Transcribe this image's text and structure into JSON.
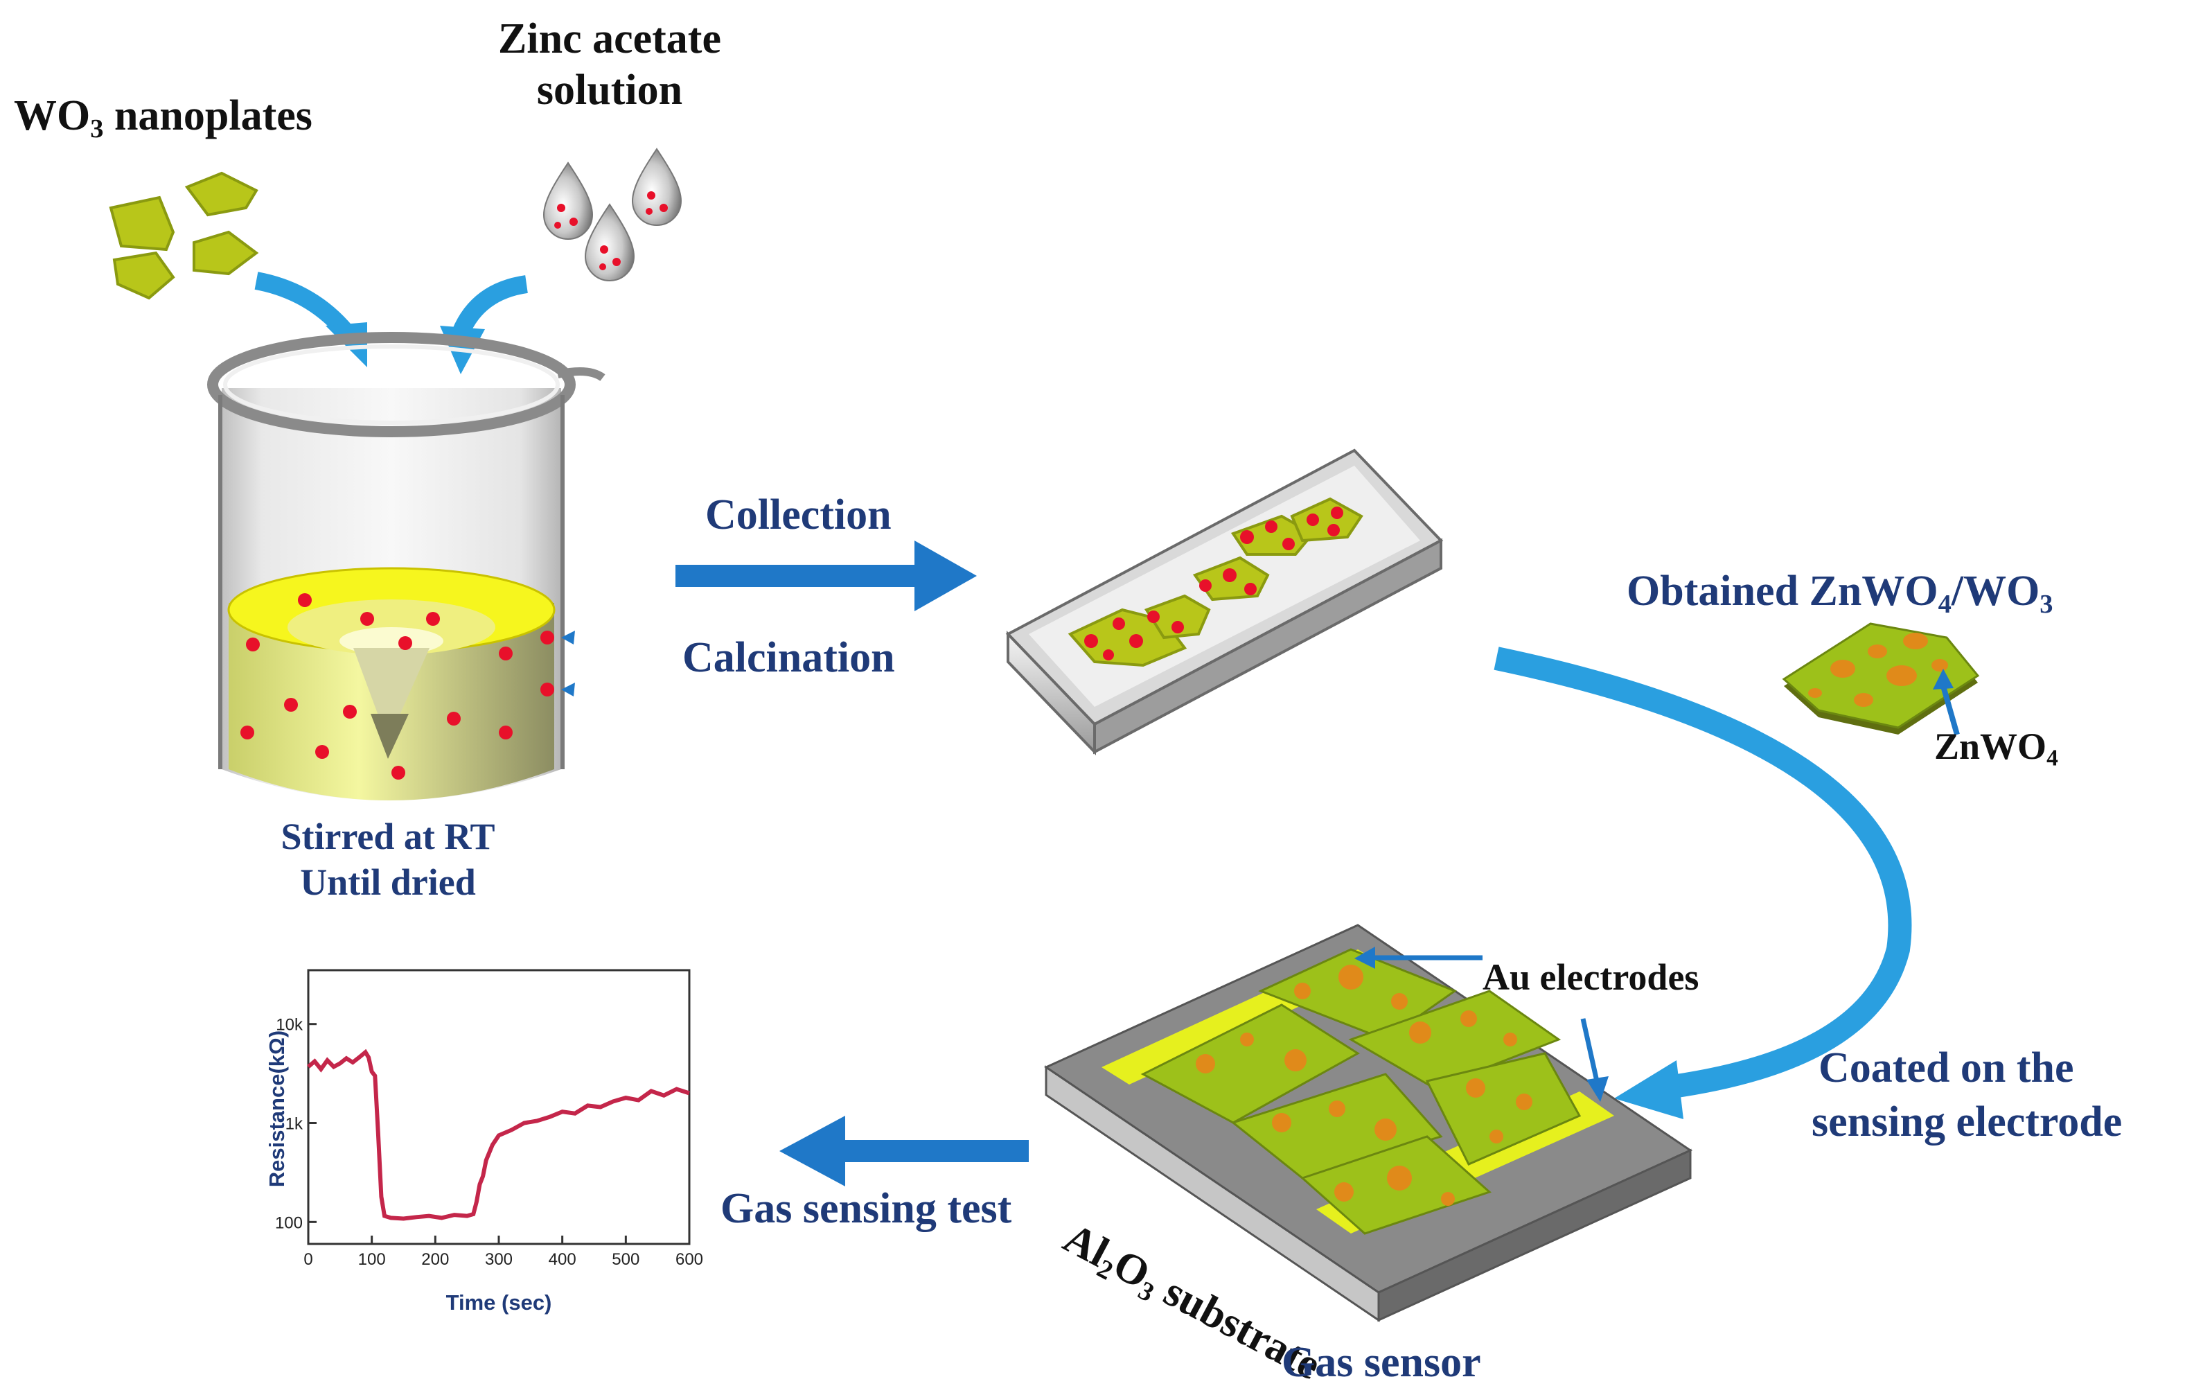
{
  "labels": {
    "wo3_main": "WO",
    "wo3_sub": "3",
    "wo3_rest": " nanoplates",
    "zinc_line1": "Zinc acetate",
    "zinc_line2": "solution",
    "stirred_line1": "Stirred at RT",
    "stirred_line2": "Until dried",
    "collection": "Collection",
    "calcination": "Calcination",
    "obtained_prefix": "Obtained  ZnWO",
    "obtained_sub": "4",
    "obtained_suffix": "/WO",
    "obtained_sub2": "3",
    "znwo4_main": "ZnWO",
    "znwo4_sub": "4",
    "au_electrodes": "Au electrodes",
    "coated_line1": "Coated on the",
    "coated_line2": "sensing electrode",
    "substrate_main": "Al",
    "substrate_sub1": "2",
    "substrate_mid": "O",
    "substrate_sub2": "3",
    "substrate_rest": " substrate",
    "gas_sensor": "Gas sensor",
    "gas_sensing_test": "Gas sensing test"
  },
  "colors": {
    "arrow_blue": "#1f78c8",
    "arc_blue": "#2a9fe0",
    "text_blue": "#1f3a78",
    "plate_green": "#b8c61a",
    "plate_olive": "#8a9a10",
    "dot_red": "#e8102a",
    "orange_dot": "#e08a1a",
    "electrode_yellow": "#e6f01e",
    "curve_crimson": "#c4264a"
  },
  "chart_data": {
    "type": "line",
    "xlabel": "Time (sec)",
    "ylabel": "Resistance(kΩ)",
    "xlim": [
      0,
      600
    ],
    "ylim": [
      60,
      35000
    ],
    "y_scale": "log",
    "x_ticks": [
      "0",
      "100",
      "200",
      "300",
      "400",
      "500",
      "600"
    ],
    "y_ticks": [
      "100",
      "1k",
      "10k"
    ],
    "series": [
      {
        "color": "#c4264a",
        "x": [
          0,
          10,
          20,
          30,
          40,
          50,
          60,
          70,
          80,
          90,
          95,
          100,
          105,
          110,
          115,
          120,
          130,
          150,
          170,
          190,
          210,
          230,
          250,
          260,
          265,
          270,
          275,
          280,
          290,
          300,
          320,
          340,
          360,
          380,
          400,
          420,
          440,
          460,
          480,
          500,
          520,
          540,
          560,
          580,
          600
        ],
        "y": [
          3700,
          4200,
          3500,
          4300,
          3700,
          4000,
          4500,
          4100,
          4600,
          5200,
          4600,
          3300,
          3000,
          800,
          180,
          115,
          110,
          108,
          112,
          115,
          110,
          118,
          115,
          120,
          160,
          240,
          290,
          420,
          600,
          750,
          850,
          1000,
          1050,
          1150,
          1300,
          1250,
          1500,
          1450,
          1650,
          1800,
          1700,
          2100,
          1900,
          2200,
          2000
        ]
      }
    ]
  }
}
